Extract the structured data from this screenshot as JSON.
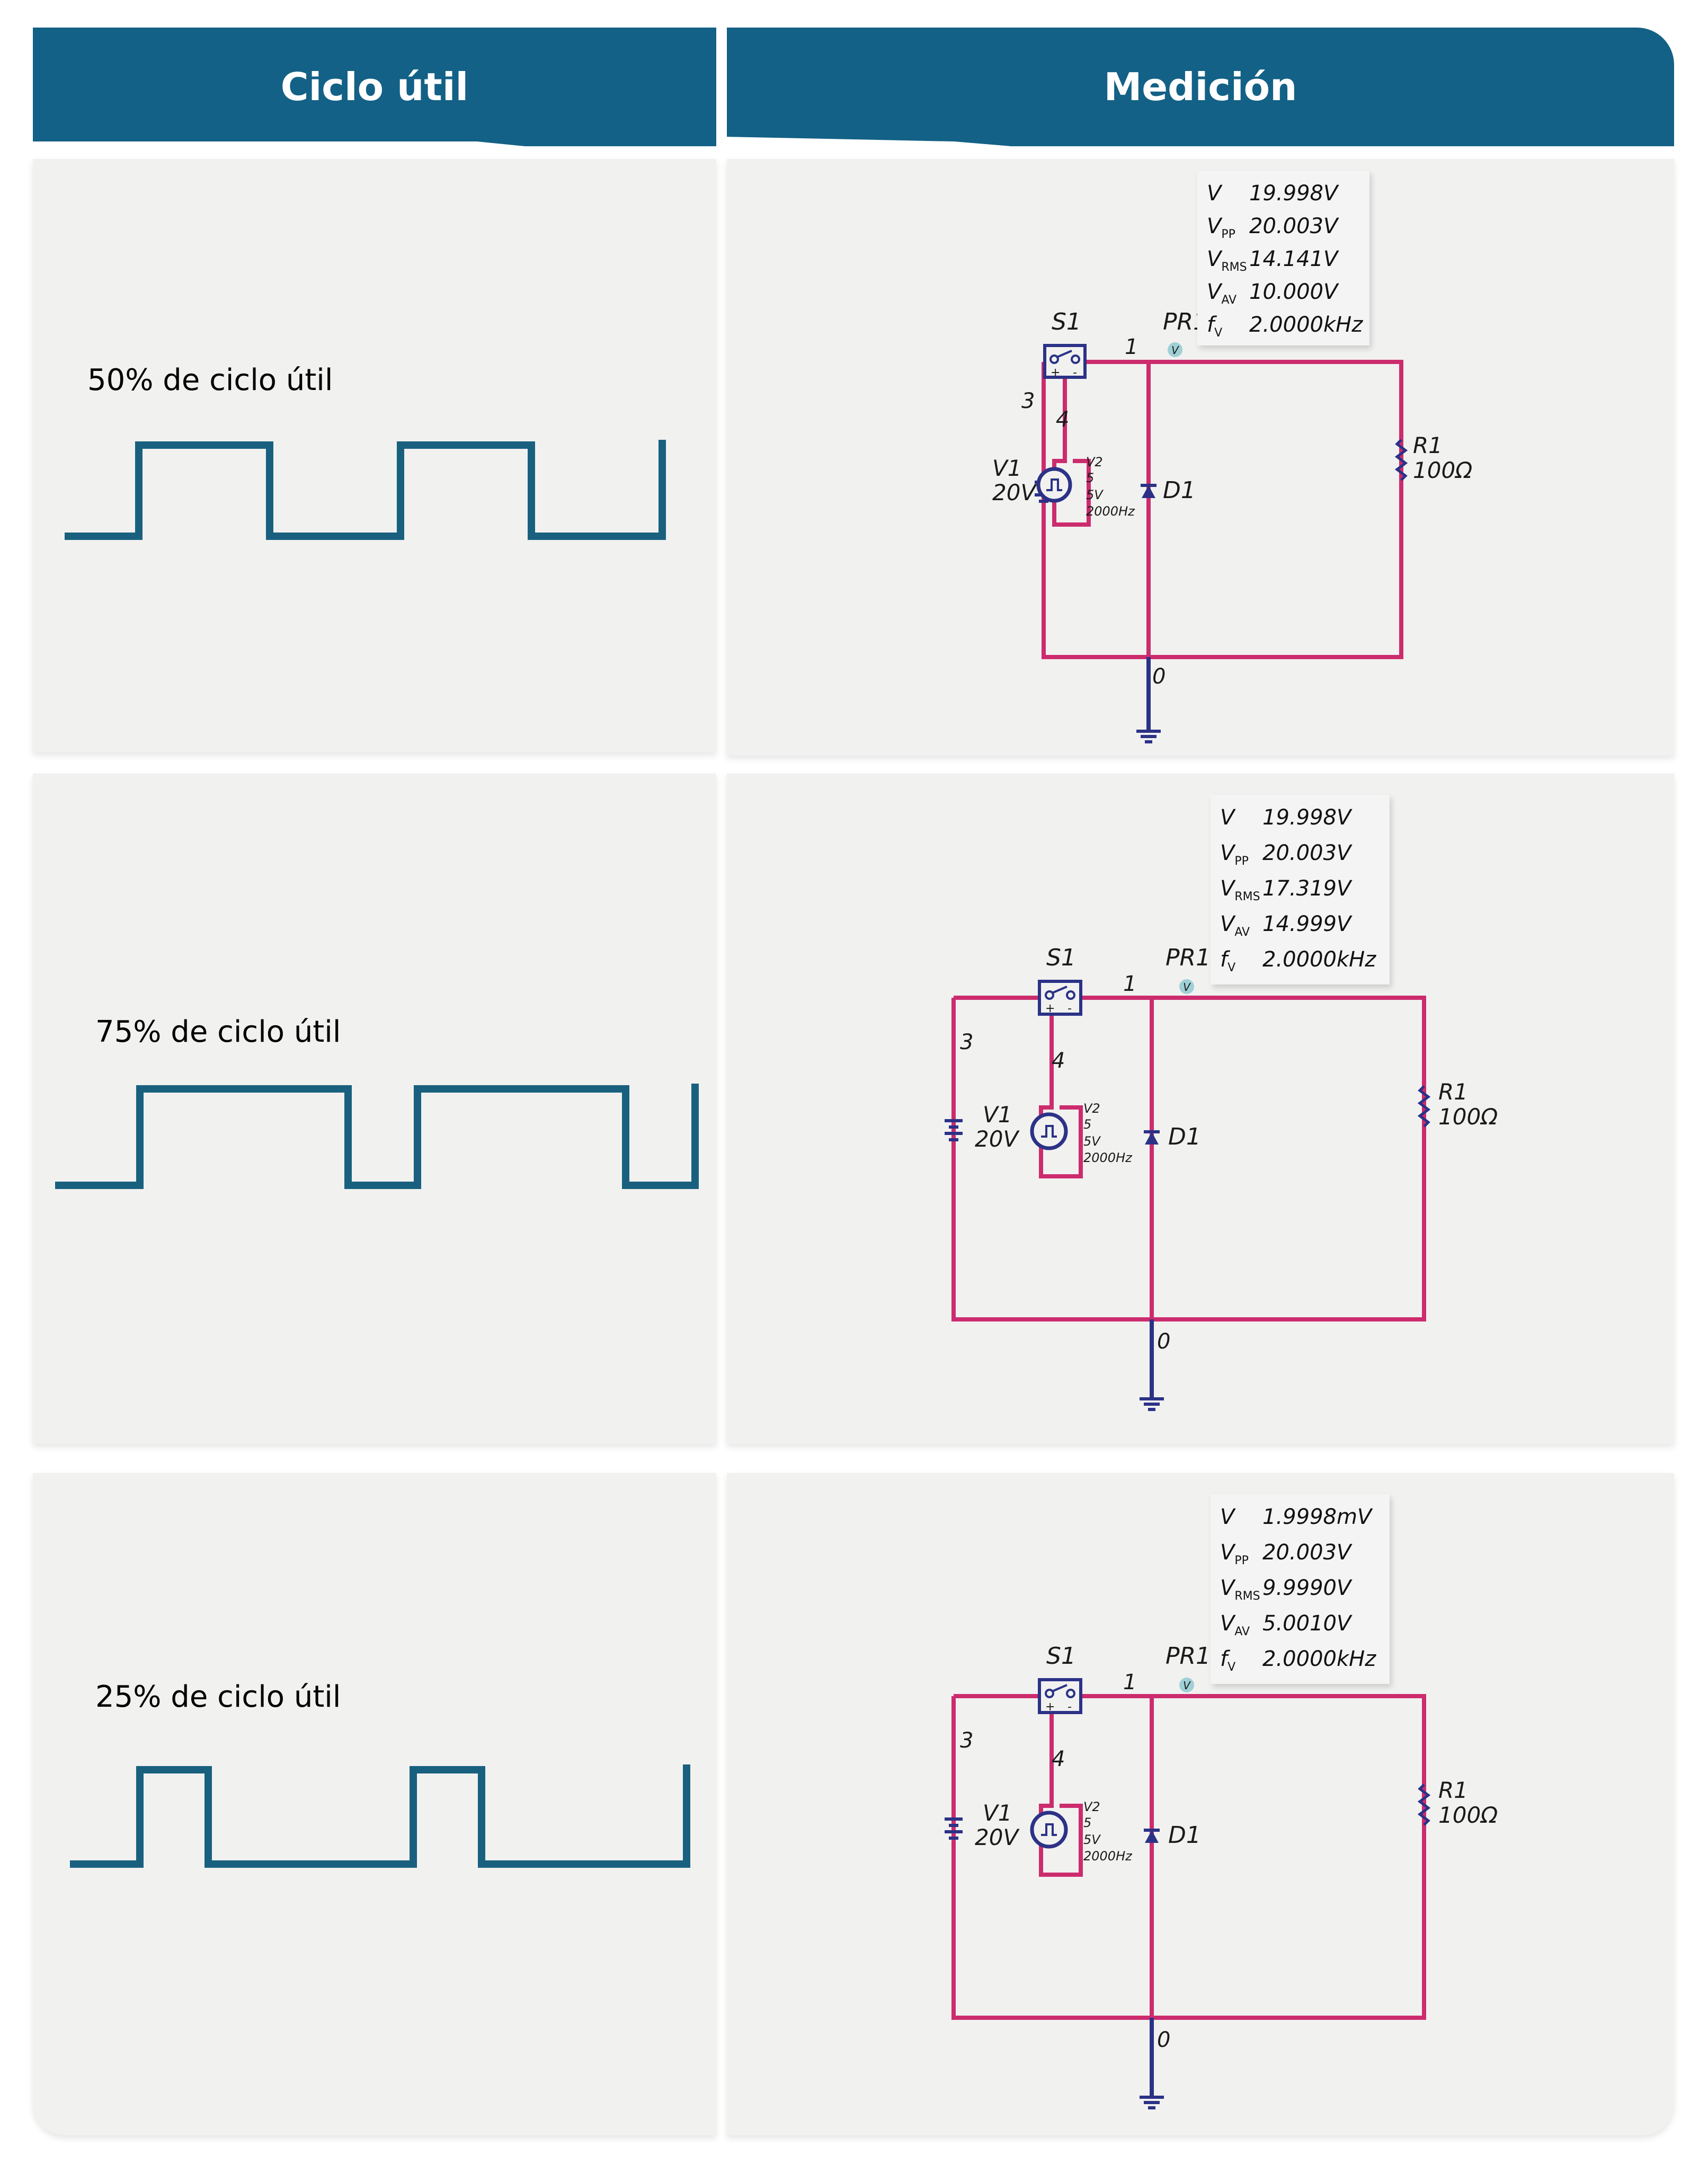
{
  "header": {
    "col_left": "Ciclo útil",
    "col_right": "Medición"
  },
  "colors": {
    "header_bg": "#136186",
    "wave": "#19607f",
    "wire": "#cc2c6e",
    "component": "#2b3286",
    "probe": "#9fd0d6",
    "panel_bg": "#f1f1f0"
  },
  "rows": [
    {
      "label": "50% de ciclo útil",
      "duty_cycle": 0.5,
      "meter": {
        "V": "19.998V",
        "Vpp": "20.003V",
        "Vrms": "14.141V",
        "Vav": "10.000V",
        "fv": "2.0000kHz"
      }
    },
    {
      "label": "75% de ciclo útil",
      "duty_cycle": 0.75,
      "meter": {
        "V": "19.998V",
        "Vpp": "20.003V",
        "Vrms": "17.319V",
        "Vav": "14.999V",
        "fv": "2.0000kHz"
      }
    },
    {
      "label": "25% de ciclo útil",
      "duty_cycle": 0.25,
      "meter": {
        "V": "1.9998mV",
        "Vpp": "20.003V",
        "Vrms": "9.9990V",
        "Vav": "5.0010V",
        "fv": "2.0000kHz"
      }
    }
  ],
  "meter_labels": {
    "V": "V",
    "Vpp_base": "V",
    "Vpp_sub": "PP",
    "Vrms_base": "V",
    "Vrms_sub": "RMS",
    "Vav_base": "V",
    "Vav_sub": "AV",
    "fv_base": "f",
    "fv_sub": "V"
  },
  "circuit": {
    "switch": "S1",
    "probe": "PR1",
    "probe_marker": "V",
    "node_1": "1",
    "node_3": "3",
    "node_4": "4",
    "node_0": "0",
    "battery_name": "V1",
    "battery_value": "20V",
    "pulse_name": "V2",
    "pulse_param1": "5",
    "pulse_param2": "5V",
    "pulse_freq": "2000Hz",
    "diode": "D1",
    "resistor_name": "R1",
    "resistor_value": "100Ω",
    "switch_plus": "+",
    "switch_minus": "-"
  }
}
